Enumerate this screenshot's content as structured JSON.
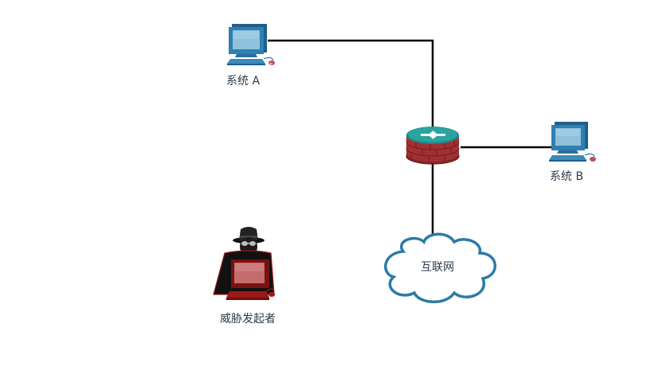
{
  "nodes": {
    "system_a": {
      "label": "系统 A"
    },
    "system_b": {
      "label": "系统 B"
    },
    "firewall": {
      "label": ""
    },
    "internet": {
      "label": "互联网"
    },
    "threat_actor": {
      "label": "威胁发起者"
    }
  },
  "colors": {
    "pc_blue": "#2f7fb0",
    "pc_screen": "#8fc0dc",
    "firewall_brick": "#a23033",
    "firewall_teal": "#1e8a8a",
    "cloud_stroke": "#2d7aa6",
    "threat_red": "#a01818",
    "link": "#000000"
  }
}
